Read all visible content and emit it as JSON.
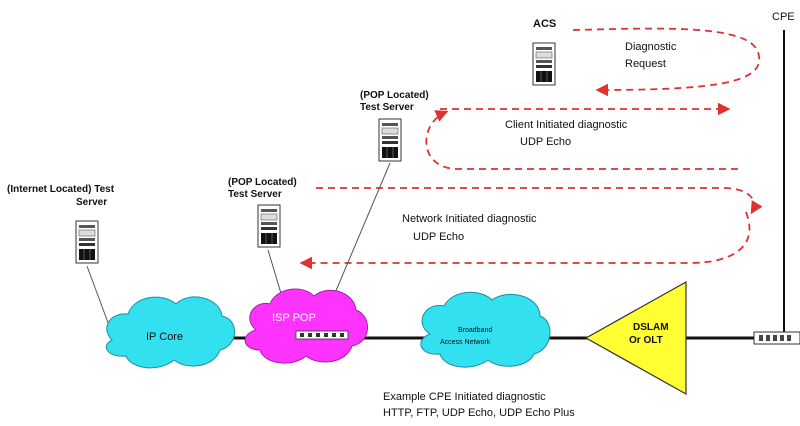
{
  "labels": {
    "cpe": "CPE",
    "acs": "ACS",
    "diag_request_1": "Diagnostic",
    "diag_request_2": "Request",
    "pop_server_top_1": "(POP Located)",
    "pop_server_top_2": "Test Server",
    "client_diag_1": "Client Initiated  diagnostic",
    "client_diag_2": "UDP Echo",
    "internet_server_1": "(Internet Located) Test",
    "internet_server_2": "Server",
    "pop_server_mid_1": "(POP Located)",
    "pop_server_mid_2": "Test Server",
    "network_diag_1": "Network Initiated  diagnostic",
    "network_diag_2": "UDP Echo",
    "ip_core": "IP Core",
    "isp_pop": "ISP POP",
    "broadband_1": "Broadband",
    "broadband_2": "Access Network",
    "dslam_1": "DSLAM",
    "dslam_2": "Or OLT",
    "example_1": "Example CPE Initiated diagnostic",
    "example_2": "HTTP, FTP, UDP Echo, UDP Echo Plus"
  },
  "colors": {
    "arrow": "#e03030",
    "ip_core_cloud": "#33e0f0",
    "isp_pop_cloud": "#ff33ff",
    "broadband_cloud": "#33e0f0",
    "dslam": "#ffff33"
  }
}
